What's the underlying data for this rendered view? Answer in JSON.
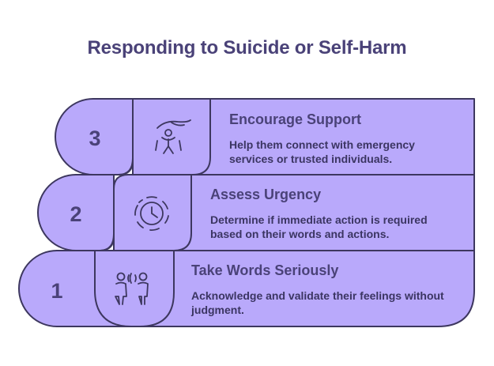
{
  "title": "Responding to Suicide or Self-Harm",
  "colors": {
    "fill": "#b9a9fb",
    "stroke": "#3d375f",
    "text": "#4a4278"
  },
  "steps": [
    {
      "number": "3",
      "title": "Encourage Support",
      "desc_line1": "Help them connect with emergency",
      "desc_line2": "services or trusted individuals.",
      "icon": "hand-support-person-icon"
    },
    {
      "number": "2",
      "title": "Assess Urgency",
      "desc_line1": "Determine if immediate action is required",
      "desc_line2": "based on their words and actions.",
      "icon": "clock-icon"
    },
    {
      "number": "1",
      "title": "Take Words Seriously",
      "desc_line1": "Acknowledge and validate their feelings without",
      "desc_line2": "judgment.",
      "icon": "two-people-talking-icon"
    }
  ]
}
